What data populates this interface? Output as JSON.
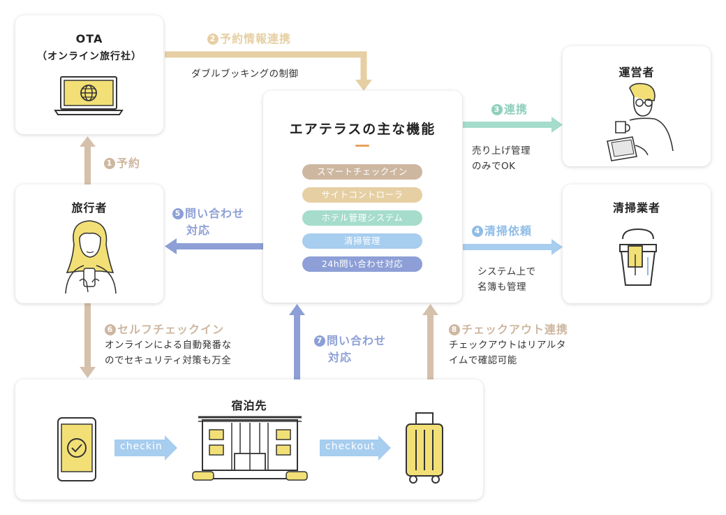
{
  "colors": {
    "tan": "#d5c0ab",
    "sand": "#e6cfa3",
    "mint": "#a5dccc",
    "sky": "#a7cdef",
    "indigo": "#8d9fd6",
    "yellow": "#f2e077"
  },
  "ota": {
    "title": "OTA",
    "subtitle": "（オンライン旅行社）"
  },
  "operator": {
    "title": "運営者"
  },
  "traveler": {
    "title": "旅行者"
  },
  "cleaner": {
    "title": "清掃業者"
  },
  "lodging": {
    "title": "宿泊先",
    "checkin": "checkin",
    "checkout": "checkout"
  },
  "main": {
    "title": "エアテラスの主な機能",
    "features": [
      "スマートチェックイン",
      "サイトコントローラ",
      "ホテル管理システム",
      "清掃管理",
      "24h問い合わせ対応"
    ]
  },
  "steps": {
    "s1": {
      "num": "1",
      "label": "予約"
    },
    "s2": {
      "num": "2",
      "label": "予約情報連携",
      "note": "ダブルブッキングの制御"
    },
    "s3": {
      "num": "3",
      "label": "連携",
      "note1": "売り上げ管理",
      "note2": "のみでOK"
    },
    "s4": {
      "num": "4",
      "label": "清掃依頼",
      "note1": "システム上で",
      "note2": "名簿も管理"
    },
    "s5": {
      "num": "5",
      "label1": "問い合わせ",
      "label2": "対応"
    },
    "s6": {
      "num": "6",
      "label": "セルフチェックイン",
      "note1": "オンラインによる自動発番な",
      "note2": "のでセキュリティ対策も万全"
    },
    "s7": {
      "num": "7",
      "label1": "問い合わせ",
      "label2": "対応"
    },
    "s8": {
      "num": "8",
      "label": "チェックアウト連携",
      "note1": "チェックアウトはリアルタ",
      "note2": "イムで確認可能"
    }
  }
}
